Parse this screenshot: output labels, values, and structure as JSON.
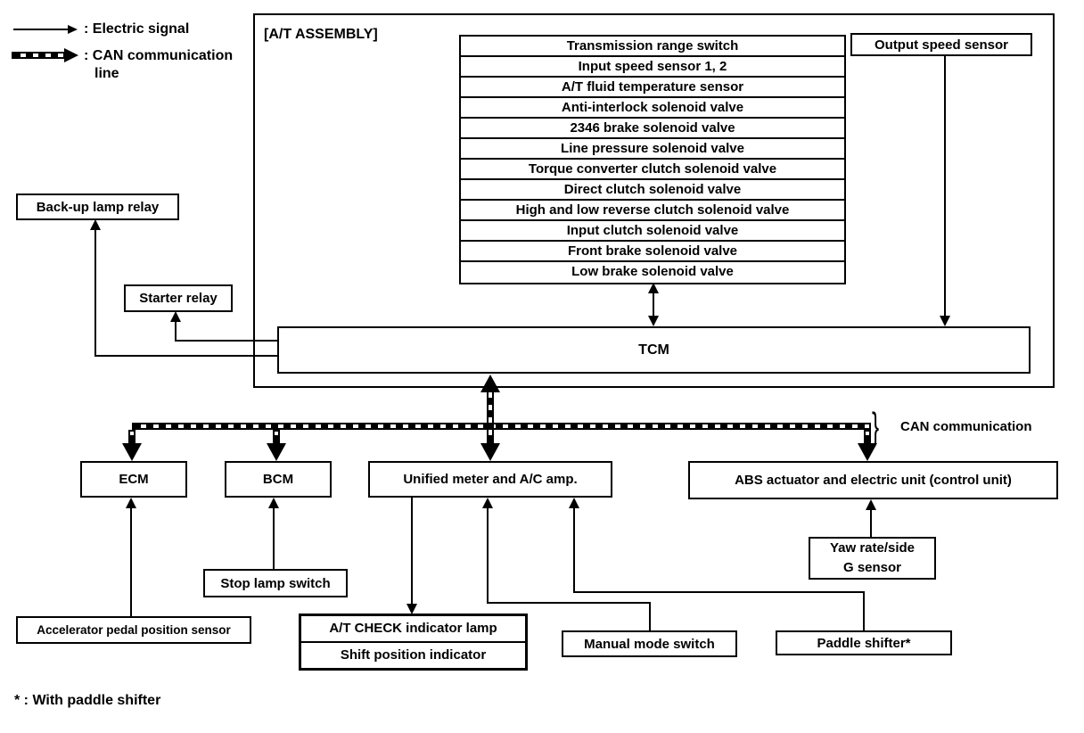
{
  "legend": {
    "electric_signal": ": Electric signal",
    "can_line_1": ": CAN communication",
    "can_line_2": "line"
  },
  "assembly": {
    "title": "[A/T ASSEMBLY]",
    "components": [
      "Transmission range switch",
      "Input speed sensor 1, 2",
      "A/T fluid temperature sensor",
      "Anti-interlock solenoid valve",
      "2346 brake solenoid valve",
      "Line pressure solenoid valve",
      "Torque converter clutch solenoid valve",
      "Direct clutch solenoid valve",
      "High and low reverse clutch solenoid valve",
      "Input clutch solenoid valve",
      "Front brake solenoid valve",
      "Low brake solenoid valve"
    ],
    "output_speed_sensor": "Output speed sensor",
    "tcm": "TCM"
  },
  "relays": {
    "backup_lamp": "Back-up lamp relay",
    "starter": "Starter relay"
  },
  "bus": {
    "label": "CAN communication",
    "brace": "}"
  },
  "nodes": {
    "ecm": "ECM",
    "bcm": "BCM",
    "unified_meter": "Unified meter and A/C amp.",
    "abs": "ABS actuator and electric unit (control unit)"
  },
  "peripherals": {
    "stop_lamp_switch": "Stop lamp switch",
    "accelerator_pedal_position_sensor": "Accelerator pedal position sensor",
    "at_check_indicator_lamp": "A/T CHECK indicator lamp",
    "shift_position_indicator": "Shift position indicator",
    "manual_mode_switch": "Manual mode switch",
    "paddle_shifter": "Paddle shifter*",
    "yaw_rate_line1": "Yaw rate/side",
    "yaw_rate_line2": "G sensor"
  },
  "footnote": "* : With paddle shifter",
  "colors": {
    "ink": "#000000",
    "background": "#ffffff"
  }
}
